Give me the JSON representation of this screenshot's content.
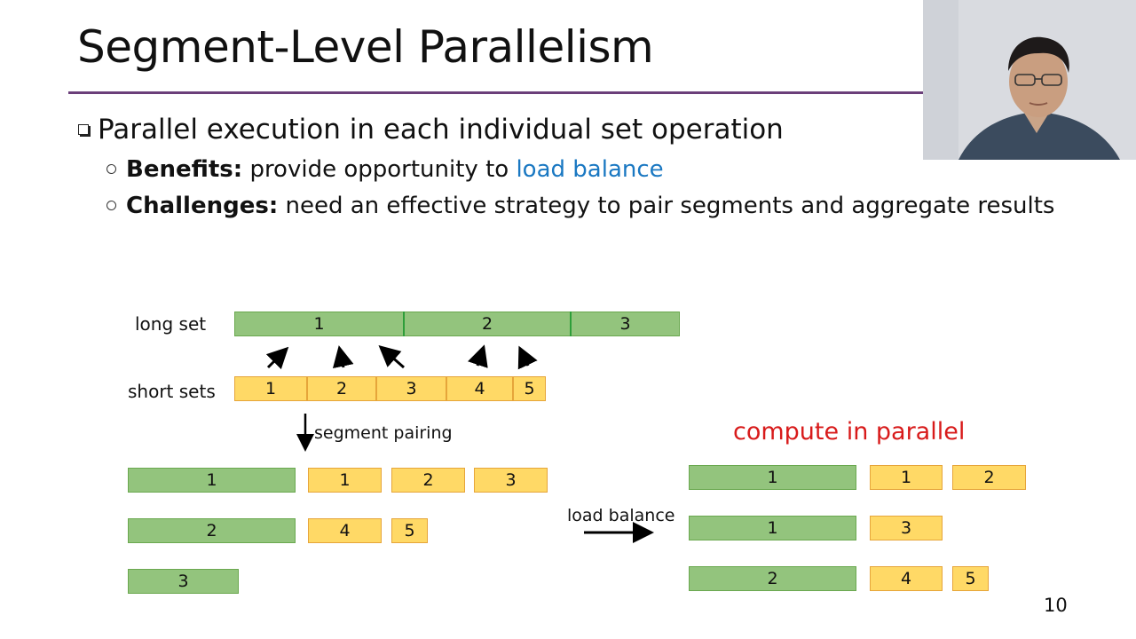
{
  "slide": {
    "title": "Segment-Level Parallelism",
    "bullet_main": "Parallel execution in each individual set operation",
    "benefits_label": "Benefits:",
    "benefits_text": "provide opportunity to ",
    "benefits_highlight": "load balance",
    "challenges_label": "Challenges:",
    "challenges_text": "need an effective strategy to pair segments and aggregate results",
    "page_number": "10"
  },
  "diagram": {
    "long_set_label": "long set",
    "short_sets_label": "short sets",
    "long_segments": [
      "1",
      "2",
      "3"
    ],
    "short_segments": [
      "1",
      "2",
      "3",
      "4",
      "5"
    ],
    "segment_pairing_label": "segment pairing",
    "paired_rows": [
      {
        "long": "1",
        "short": [
          "1",
          "2",
          "3"
        ]
      },
      {
        "long": "2",
        "short": [
          "4",
          "5"
        ]
      },
      {
        "long": "3",
        "short": []
      }
    ],
    "compute_label": "compute in parallel",
    "load_balance_label": "load balance",
    "balanced_rows": [
      {
        "long": "1",
        "short": [
          "1",
          "2"
        ]
      },
      {
        "long": "1",
        "short": [
          "3"
        ]
      },
      {
        "long": "2",
        "short": [
          "4",
          "5"
        ]
      }
    ]
  },
  "colors": {
    "title_rule": "#6b3f7a",
    "highlight_blue": "#1a78c2",
    "compute_red": "#d81b1b",
    "green_segment": "#93c47d",
    "yellow_segment": "#ffd966"
  },
  "webcam": {
    "description_icon": "presenter-video-icon"
  }
}
